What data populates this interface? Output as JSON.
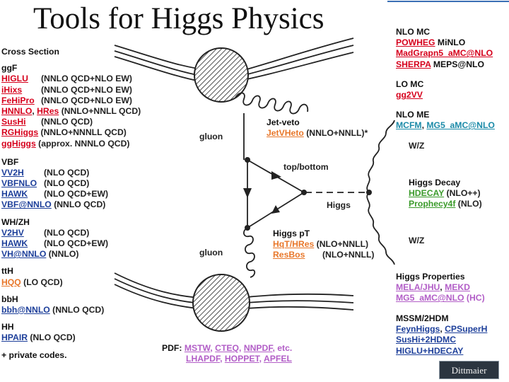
{
  "title": "Tools for Higgs Physics",
  "colors": {
    "red": "#d6001c",
    "blue": "#1d3f9a",
    "green": "#3a9a2a",
    "orange": "#e8772a",
    "purple": "#b25ec7",
    "teal": "#1b8aa8"
  },
  "left": {
    "cross_section": {
      "heading": "Cross Section",
      "ggf": {
        "heading": "ggF",
        "rows": [
          {
            "t1": "HIGLU",
            "desc": "(NNLO QCD+NLO EW)"
          },
          {
            "t1": "iHixs",
            "desc": "(NNLO QCD+NLO EW)"
          },
          {
            "t1": "FeHiPro",
            "desc": "(NNLO QCD+NLO EW)"
          },
          {
            "t1": "HNNLO",
            "sep": ",",
            "t2": "HRes",
            "desc": "(NNLO+NNLL QCD)"
          },
          {
            "t1": "SusHi",
            "desc": "(NNLO QCD)"
          },
          {
            "t1": "RGHiggs",
            "desc": "(NNLO+NNNLL QCD)"
          },
          {
            "t1": "ggHiggs",
            "desc": "(approx. NNNLO QCD)"
          }
        ]
      },
      "vbf": {
        "heading": "VBF",
        "rows": [
          {
            "t1": "VV2H",
            "desc": "(NLO QCD)"
          },
          {
            "t1": "VBFNLO",
            "desc": "(NLO QCD)"
          },
          {
            "t1": "HAWK",
            "desc": "(NLO QCD+EW)"
          },
          {
            "t1": "VBF@NNLO",
            "desc": "(NNLO QCD)"
          }
        ]
      },
      "whzh": {
        "heading": "WH/ZH",
        "rows": [
          {
            "t1": "V2HV",
            "desc": "(NLO QCD)"
          },
          {
            "t1": "HAWK",
            "desc": "(NLO QCD+EW)"
          },
          {
            "t1": "VH@NNLO",
            "desc": "(NNLO)"
          }
        ]
      },
      "tth": {
        "heading": "ttH",
        "rows": [
          {
            "t1": "HQQ",
            "desc": "(LO QCD)"
          }
        ]
      },
      "bbh": {
        "heading": "bbH",
        "rows": [
          {
            "t1": "bbh@NNLO",
            "desc": "(NNLO QCD)"
          }
        ]
      },
      "hh": {
        "heading": "HH",
        "rows": [
          {
            "t1": "HPAIR",
            "desc": "(NLO QCD)"
          }
        ]
      },
      "private": "+ private codes."
    }
  },
  "right": {
    "nlo_mc": {
      "heading": "NLO MC",
      "rows": [
        {
          "t1": "POWHEG",
          "t2": "MiNLO"
        },
        {
          "t1": "MadGrapn5_aMC@NLO"
        },
        {
          "t1": "SHERPA",
          "t2": "MEPS@NLO"
        }
      ]
    },
    "lo_mc": {
      "heading": "LO MC",
      "rows": [
        {
          "t1": "gg2VV"
        }
      ]
    },
    "nlo_me": {
      "heading": "NLO ME",
      "rows": [
        {
          "t1": "MCFM",
          "sep": ",",
          "t2": "MG5_aMC@NLO"
        }
      ]
    },
    "decay": {
      "heading": "Higgs Decay",
      "rows": [
        {
          "t1": "HDECAY",
          "desc": "(NLO++)"
        },
        {
          "t1": "Prophecy4f",
          "desc": "(NLO)"
        }
      ]
    },
    "properties": {
      "heading": "Higgs Properties",
      "rows": [
        {
          "t1": "MELA/JHU",
          "sep": ",",
          "t2": "MEKD"
        },
        {
          "t1": "MG5_aMC@NLO",
          "desc": "(HC)"
        }
      ]
    },
    "mssm": {
      "heading": "MSSM/2HDM",
      "rows": [
        {
          "t1": "FeynHiggs",
          "sep": ",",
          "t2": "CPSuperH"
        },
        {
          "t1": "SusHi",
          "sep": "+",
          "t2": "2HDMC"
        },
        {
          "t1": "HIGLU",
          "sep": "+",
          "t2": "HDECAY"
        }
      ]
    }
  },
  "diagram": {
    "jet_veto": {
      "heading": "Jet-veto",
      "t1": "JetVHeto",
      "desc": "(NNLO+NNLL)*"
    },
    "gluon_top": "gluon",
    "gluon_bottom": "gluon",
    "top_bottom": "top/bottom",
    "higgs": "Higgs",
    "wz_top": "W/Z",
    "wz_bottom": "W/Z",
    "higgs_pt": {
      "heading": "Higgs pT",
      "rows": [
        {
          "t1": "HqT",
          "sep": "/",
          "t2": "HRes",
          "desc": "(NLO+NNLL)"
        },
        {
          "t1": "ResBos",
          "desc": "(NLO+NNLL)"
        }
      ]
    },
    "pdf": {
      "label": "PDF:",
      "row1": [
        "MSTW",
        "CTEQ",
        "NNPDF",
        "etc."
      ],
      "row2": [
        "LHAPDF",
        "HOPPET",
        "APFEL"
      ]
    }
  },
  "badge": "Dittmaier"
}
